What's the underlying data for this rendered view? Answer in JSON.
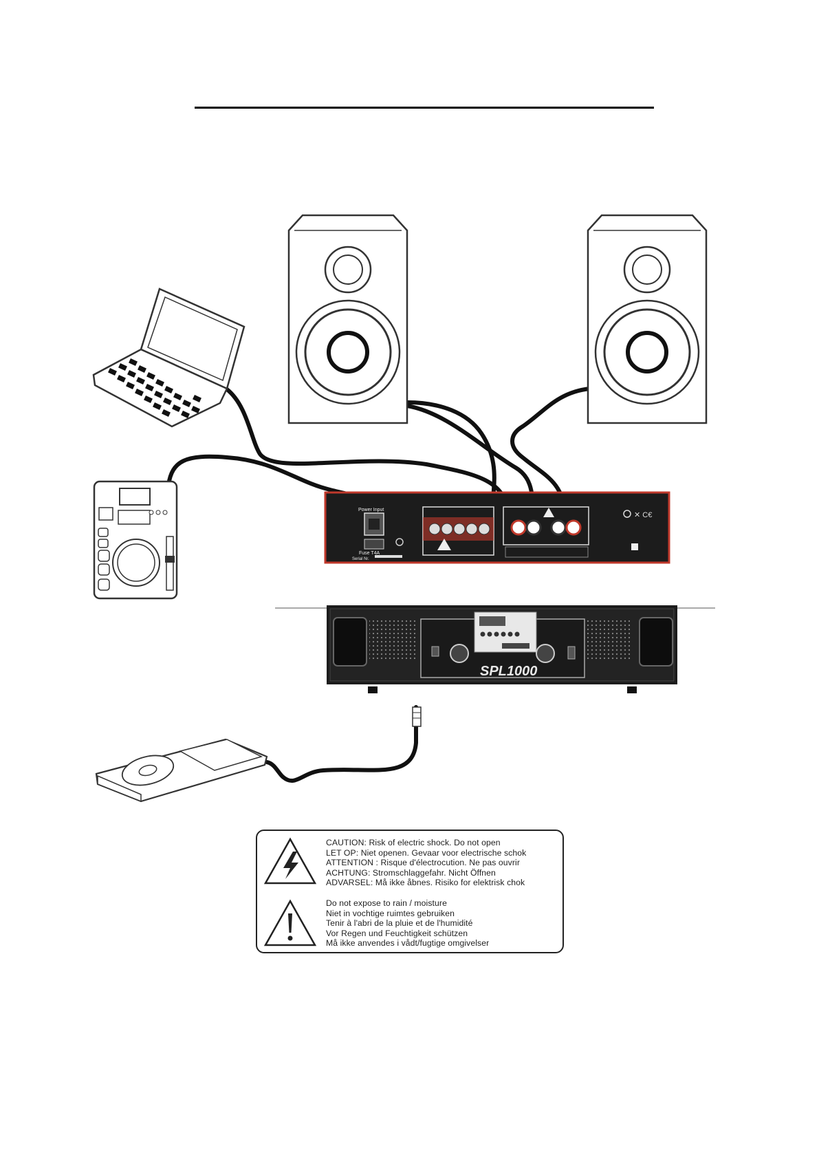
{
  "amplifier": {
    "model": "SPL1000",
    "power_input_label": "Power Input",
    "fuse_label": "Fuse T4A",
    "serial_label": "Serial Nr."
  },
  "caution": {
    "shock_lines": [
      "CAUTION: Risk of electric shock. Do not open",
      "LET OP: Niet openen. Gevaar voor electrische schok",
      "ATTENTION : Risque d'électrocution. Ne pas ouvrir",
      "ACHTUNG: Stromschlaggefahr. Nicht Öffnen",
      "ADVARSEL: Må ikke åbnes. Risiko for elektrisk chok"
    ],
    "moisture_lines": [
      "Do not expose to rain / moisture",
      "Niet in vochtige ruimtes gebruiken",
      "Tenir à l'abri de la pluie et de l'humidité",
      "Vor Regen und Feuchtigkeit schützen",
      "Må ikke anvendes i vådt/fugtige omgivelser"
    ]
  },
  "icons": {
    "shock": "lightning-warning-icon",
    "moisture": "exclamation-warning-icon"
  },
  "colors": {
    "panel_outline": "#c0392b",
    "cable": "#111111",
    "amp_body": "#1c1c1c"
  }
}
